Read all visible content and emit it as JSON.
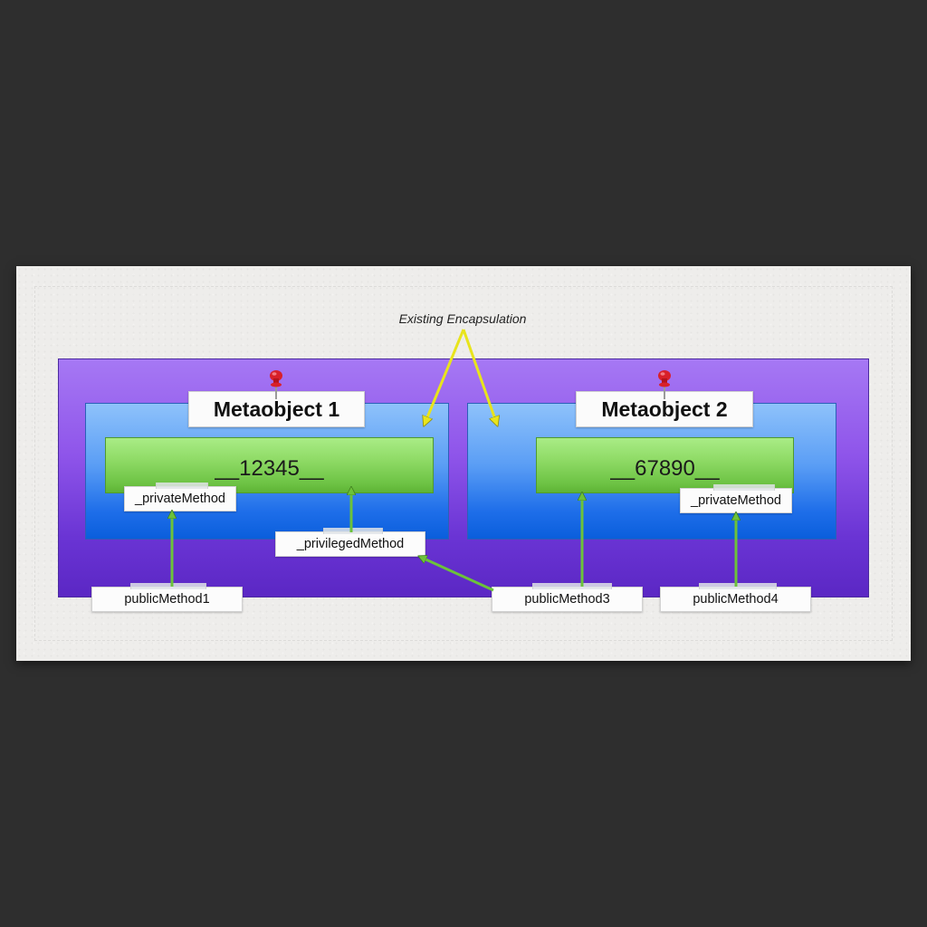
{
  "annotation": {
    "text": "Existing Encapsulation"
  },
  "metaobjects": [
    {
      "title": "Metaobject 1",
      "identifier": "__12345__"
    },
    {
      "title": "Metaobject 2",
      "identifier": "__67890__"
    }
  ],
  "methods": {
    "private_1": "_privateMethod",
    "privileged": "_privilegedMethod",
    "private_2": "_privateMethod",
    "public_1": "publicMethod1",
    "public_3": "publicMethod3",
    "public_4": "publicMethod4"
  },
  "colors": {
    "background": "#2e2e2e",
    "paper": "#eeedeb",
    "outer_scope": "#8f55ea",
    "metaobject_scope": "#5b9ef5",
    "identifier_scope": "#8fdb66",
    "green_arrow": "#6cc23a",
    "yellow_arrow": "#e8e41c",
    "pin": "#d8202a"
  },
  "icons": {
    "pin": "red-pushpin-icon"
  }
}
